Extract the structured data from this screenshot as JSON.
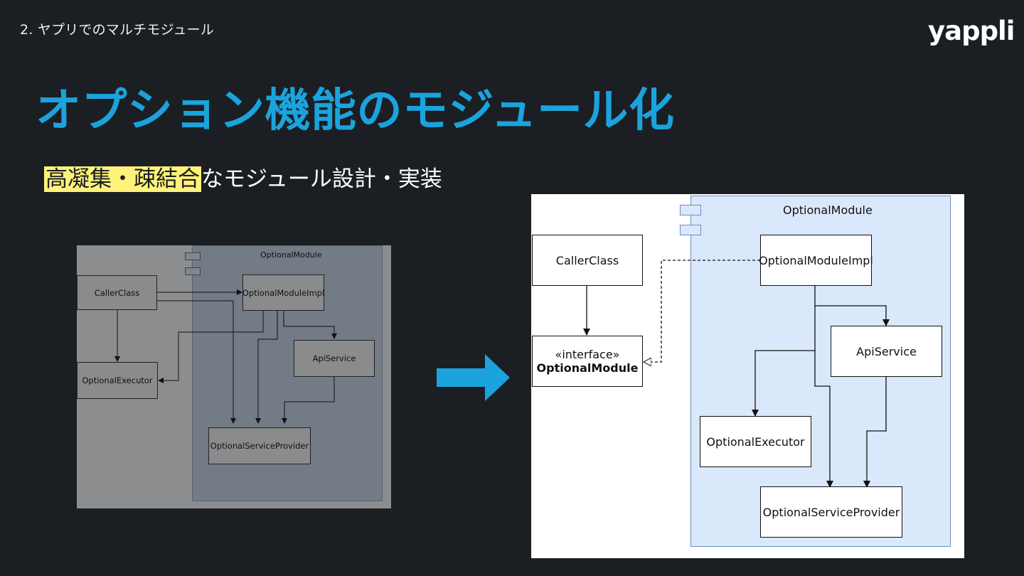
{
  "header": {
    "breadcrumb": "2. ヤプリでのマルチモジュール",
    "logo": "yappli"
  },
  "slide": {
    "title": "オプション機能のモジュール化",
    "subtitle_highlight": "高凝集・疎結合",
    "subtitle_rest": "なモジュール設計・実装"
  },
  "old_diagram": {
    "module_label": "OptionalModule",
    "caller": "CallerClass",
    "impl": "OptionalModuleImpl",
    "api": "ApiService",
    "executor": "OptionalExecutor",
    "provider": "OptionalServiceProvider"
  },
  "new_diagram": {
    "module_label": "OptionalModule",
    "caller": "CallerClass",
    "interface_stereotype": "«interface»",
    "interface_name": "OptionalModule",
    "impl": "OptionalModuleImpl",
    "api": "ApiService",
    "executor": "OptionalExecutor",
    "provider": "OptionalServiceProvider"
  },
  "colors": {
    "accent": "#1aa3dc",
    "highlight": "#fff27a",
    "module_fill": "#dae8fc"
  }
}
